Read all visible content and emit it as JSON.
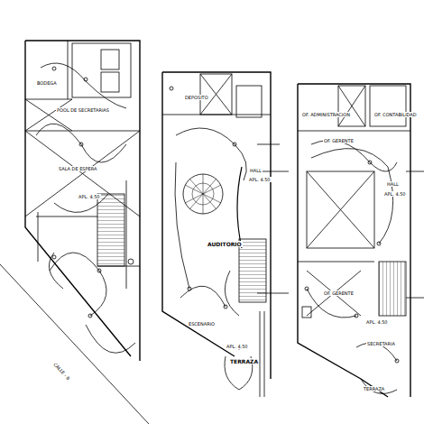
{
  "diagram": {
    "labels": [
      "BODEGA",
      "POOL DE SECRETARIAS",
      "SALA DE ESPERA",
      "APL. 4.50",
      "CALLE - 8",
      "DEPOSITO",
      "HALL",
      "APL. 4.50",
      "AUDITORIO",
      "ESCENARIO",
      "APL. 4.50",
      "TERRAZA",
      "OF. ADMINISTRACION",
      "OF. CONTABILIDAD",
      "OF. GERENTE",
      "HALL",
      "APL. 4.50",
      "OF. GERENTE",
      "APL. 4.50",
      "SECRETARIA",
      "TERRAZA"
    ]
  }
}
